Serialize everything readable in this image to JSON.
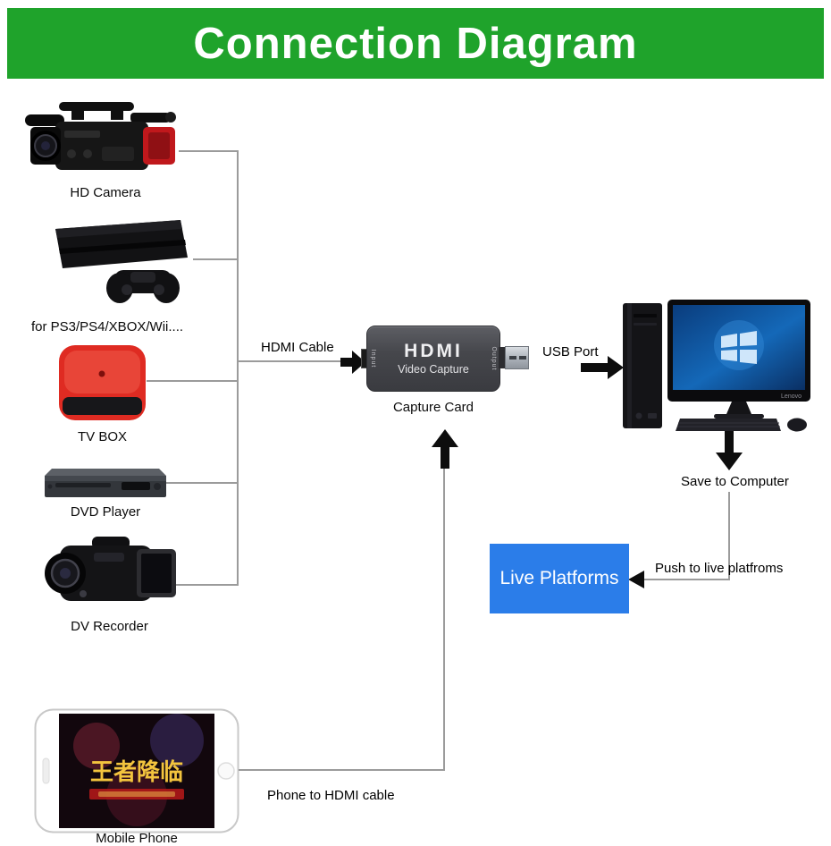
{
  "title": "Connection Diagram",
  "colors": {
    "banner": "#1fa32b",
    "live_box": "#2b7de9"
  },
  "sources": {
    "hd_camera": "HD Camera",
    "console": "for PS3/PS4/XBOX/Wii....",
    "tv_box": "TV BOX",
    "dvd_player": "DVD Player",
    "dv_recorder": "DV Recorder",
    "mobile_phone": "Mobile Phone"
  },
  "phone_screen": {
    "title": "王者降临"
  },
  "capture_card": {
    "brand": "HDMI",
    "product": "Video Capture",
    "label": "Capture Card",
    "input_label": "Input",
    "output_label": "Output"
  },
  "computer": {
    "brand": "Lenovo"
  },
  "labels": {
    "hdmi_cable": "HDMI Cable",
    "usb_port": "USB Port",
    "save_to_computer": "Save to Computer",
    "live_platforms": "Live Platforms",
    "push_to_live": "Push to live platfroms",
    "phone_to_hdmi": "Phone to HDMI cable"
  }
}
